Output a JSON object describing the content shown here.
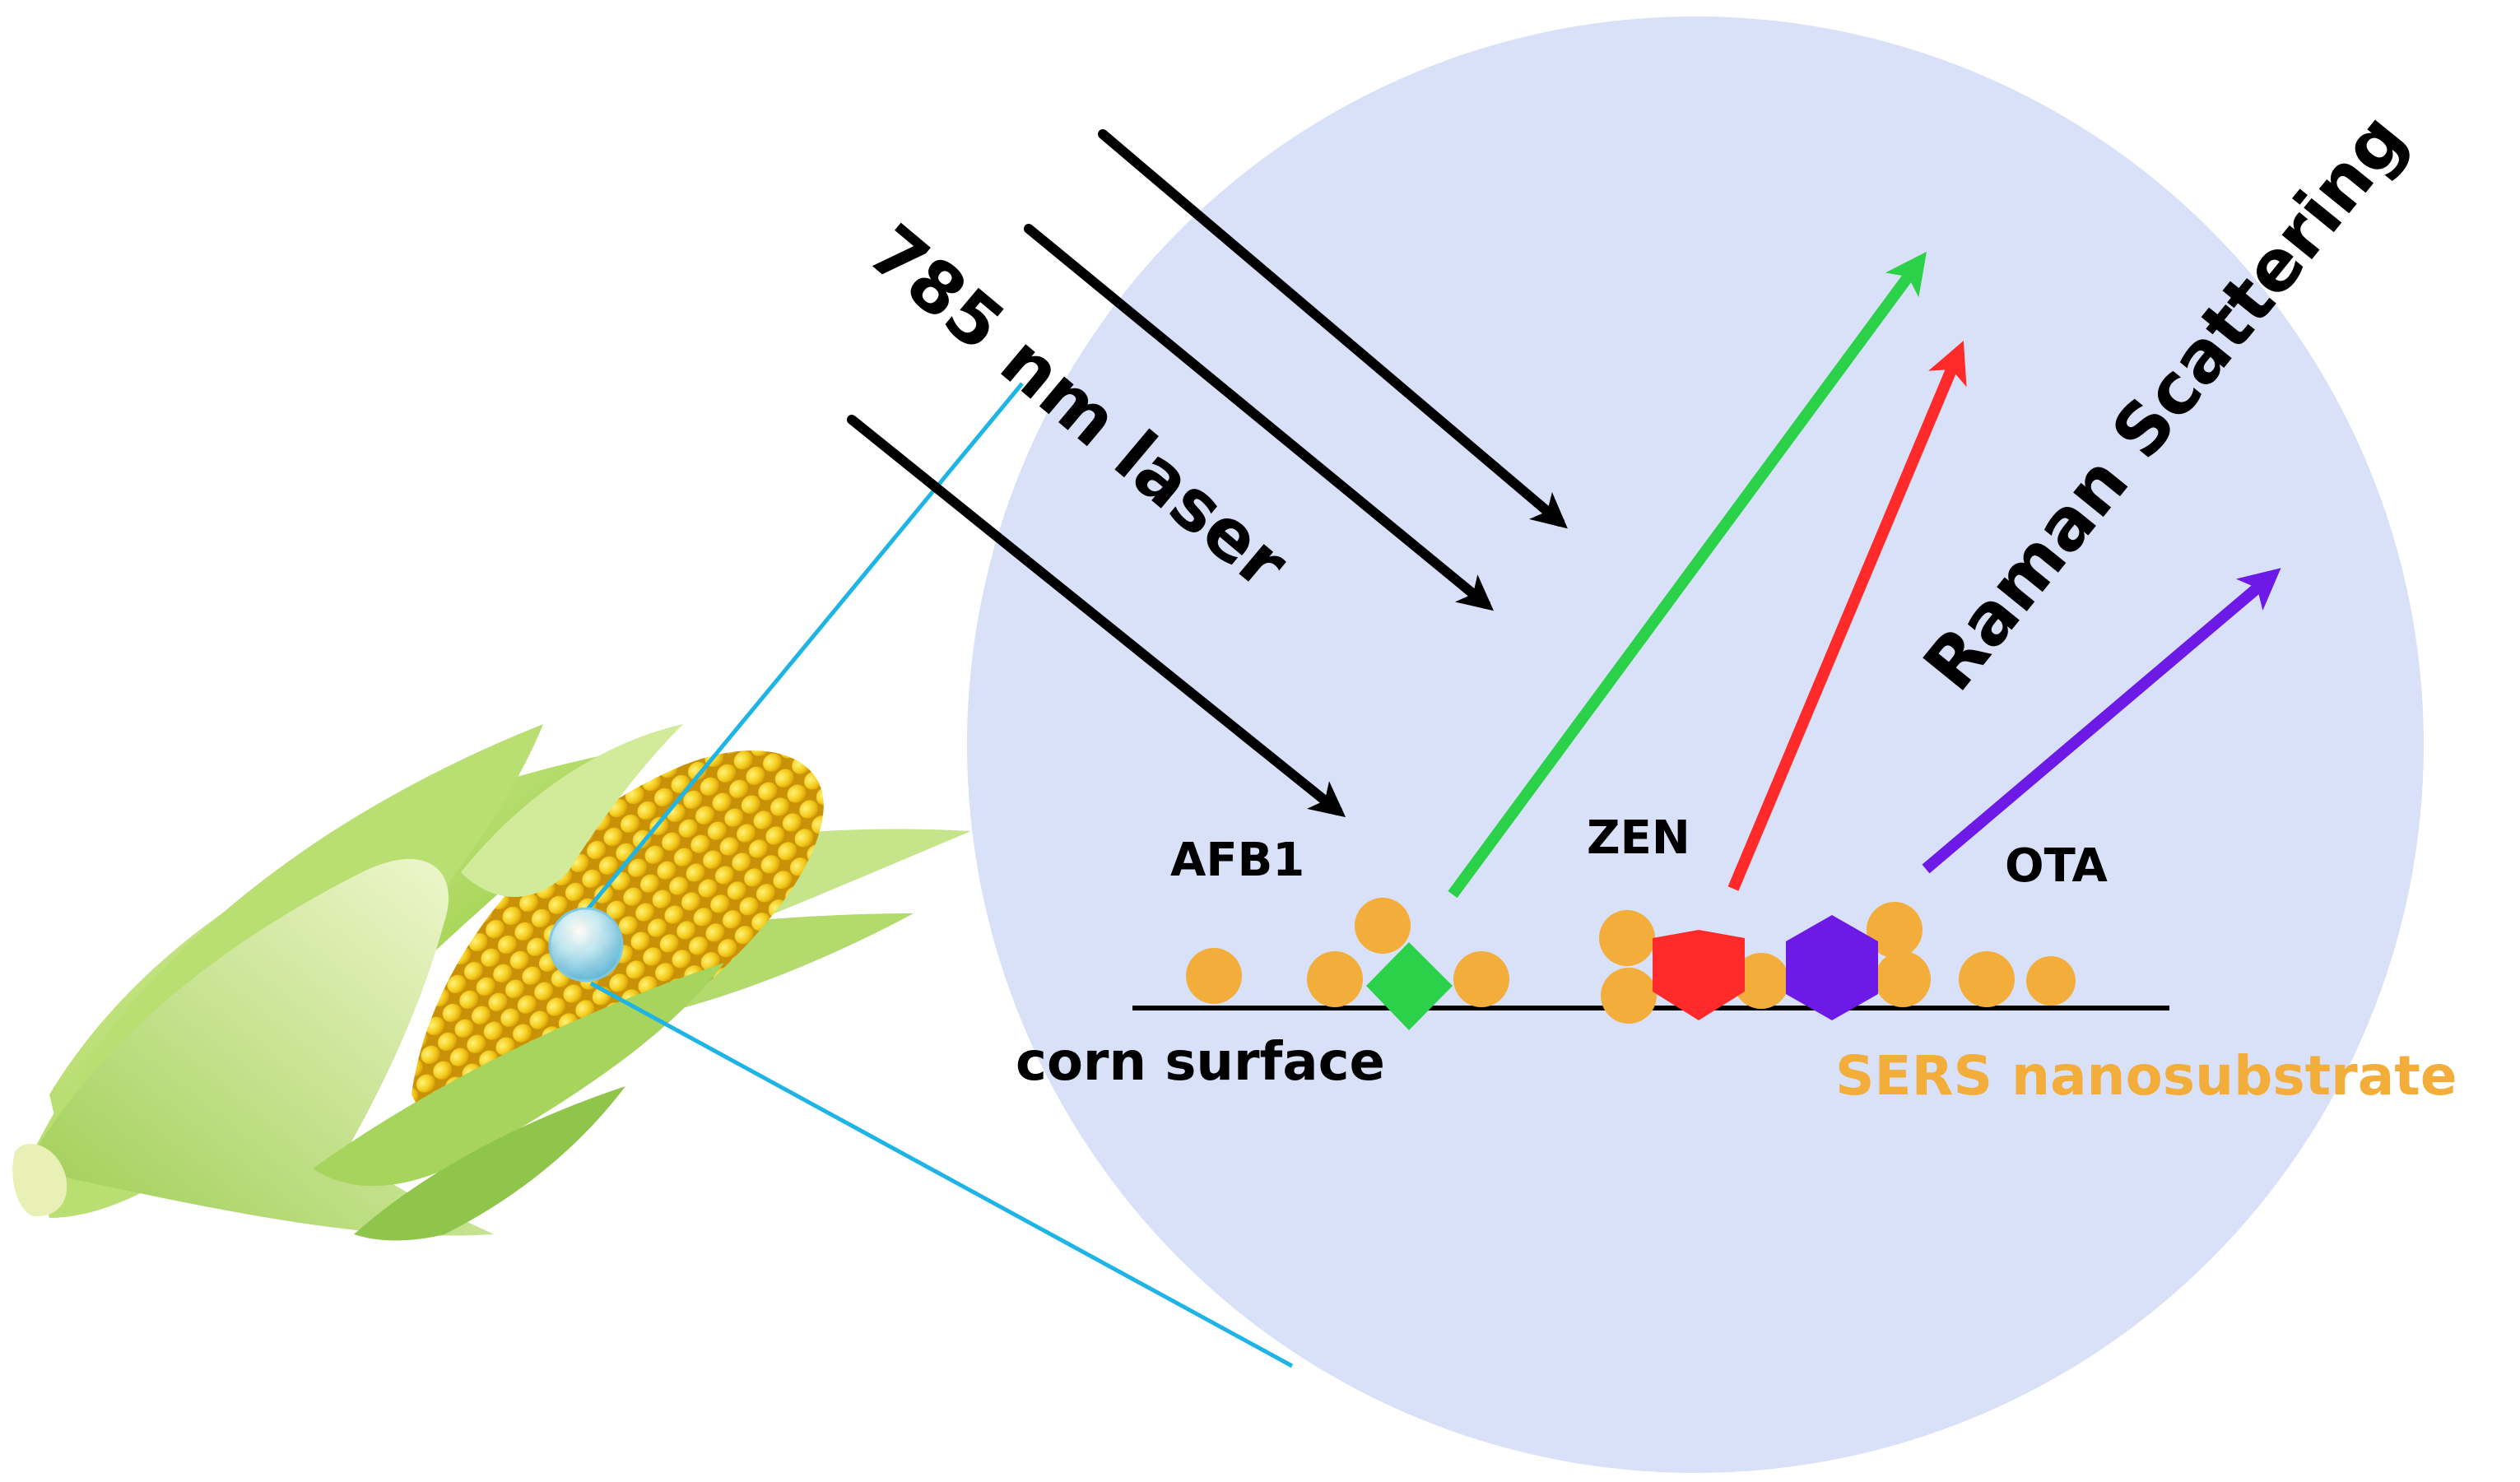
{
  "labels": {
    "laser": "785 nm laser",
    "raman": "Raman Scattering",
    "afb1": "AFB1",
    "zen": "ZEN",
    "ota": "OTA",
    "corn_surface": "corn surface",
    "sers": "SERS nanosubstrate"
  },
  "colors": {
    "circle_bg": "#d9e1f8",
    "laser_arrow": "#000000",
    "afb1_arrow": "#2bd148",
    "zen_arrow": "#ff2b2b",
    "ota_arrow": "#6d1ae6",
    "nanoparticle": "#f2ad3a",
    "sers_text": "#f2ad3a",
    "callout_line": "#1eb4e6"
  },
  "icons": {
    "corn": "corn-cob-icon",
    "magnifier": "magnifier-bubble-icon",
    "afb1_molecule": "green-diamond",
    "zen_molecule": "red-pentagon",
    "ota_molecule": "purple-hexagon"
  }
}
